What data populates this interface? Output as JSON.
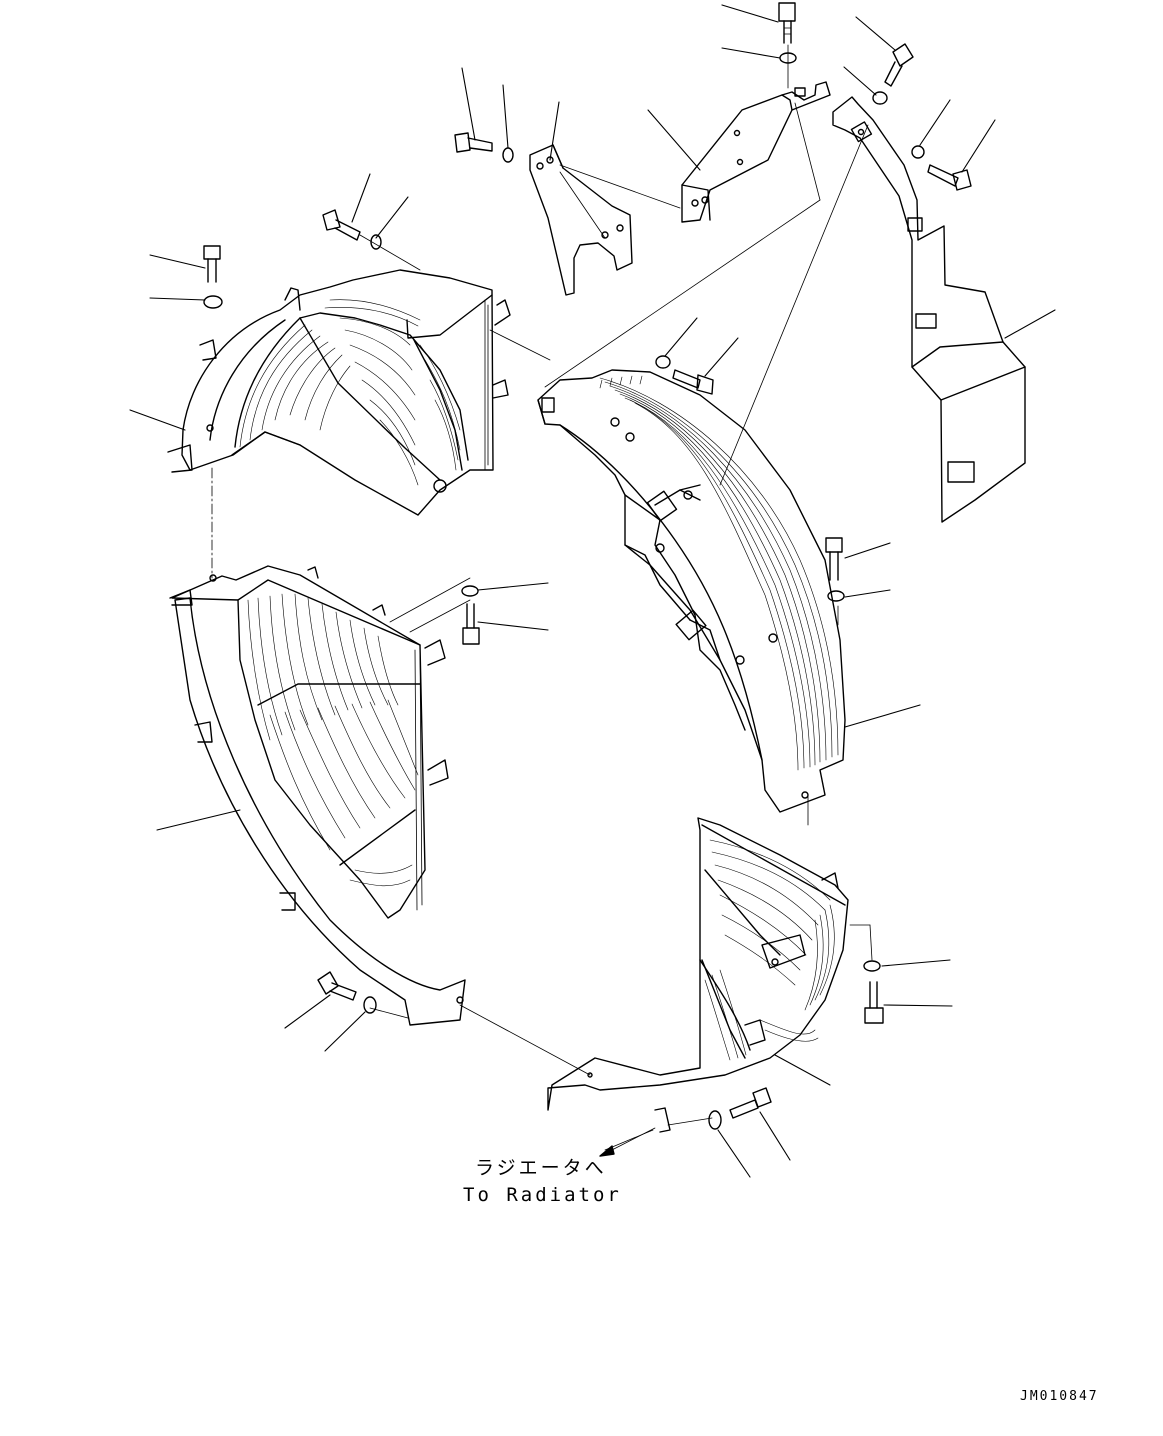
{
  "diagram": {
    "callout_jp": "ラジエータへ",
    "callout_en": "To Radiator",
    "drawing_number": "JM010847"
  }
}
